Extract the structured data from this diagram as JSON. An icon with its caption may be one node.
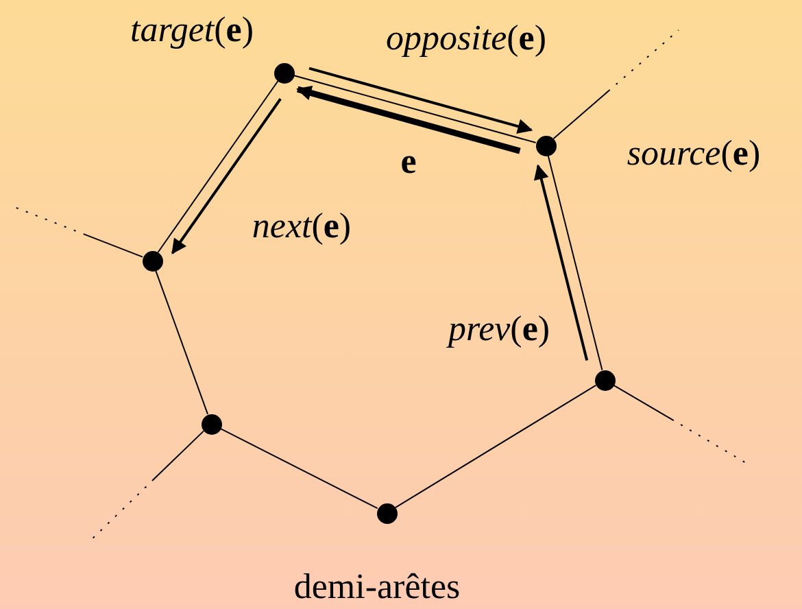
{
  "diagram": {
    "caption": "demi-arêtes",
    "nodes": [
      {
        "text": [],
        "shape": "circle",
        "beside": [
          "*target*(**e**)"
        ]
      },
      {
        "text": [],
        "shape": "circle",
        "beside": [
          "*source*(**e**)"
        ]
      },
      {
        "text": [],
        "shape": "circle"
      },
      {
        "text": [],
        "shape": "circle"
      },
      {
        "text": [],
        "shape": "circle"
      },
      {
        "text": [],
        "shape": "circle"
      }
    ],
    "edges": [
      {
        "from": 0,
        "to": 1,
        "arrow": "none"
      },
      {
        "from": 1,
        "to": 3,
        "arrow": "none"
      },
      {
        "from": 3,
        "to": 5,
        "arrow": "none"
      },
      {
        "from": 5,
        "to": 4,
        "arrow": "none"
      },
      {
        "from": 4,
        "to": 2,
        "arrow": "none"
      },
      {
        "from": 2,
        "to": 0,
        "arrow": "none"
      },
      {
        "from": 0,
        "to": 1,
        "arrow": "to",
        "label": "*opposite*(**e**)"
      },
      {
        "from": 1,
        "to": 0,
        "arrow": "to",
        "label": "e",
        "style": "thick"
      },
      {
        "from": 0,
        "to": 2,
        "arrow": "to",
        "label": "*next*(**e**)"
      },
      {
        "from": 3,
        "to": 1,
        "arrow": "to",
        "label": "*prev*(**e**)"
      },
      {
        "from": 1,
        "to": null,
        "arrow": "none",
        "style": "dashed"
      },
      {
        "from": 2,
        "to": null,
        "arrow": "none",
        "style": "dashed"
      },
      {
        "from": 3,
        "to": null,
        "arrow": "none",
        "style": "dashed"
      },
      {
        "from": 4,
        "to": null,
        "arrow": "none",
        "style": "dashed"
      }
    ]
  }
}
